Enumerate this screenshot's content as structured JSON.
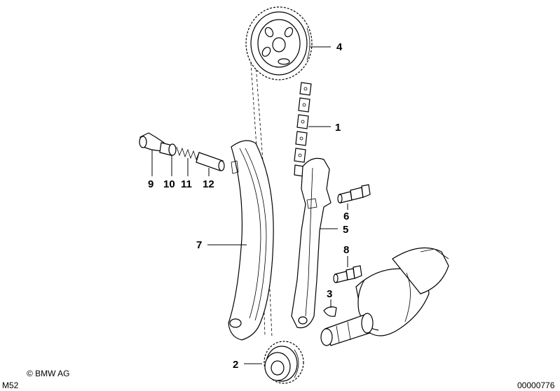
{
  "callouts": {
    "c1": "1",
    "c2": "2",
    "c3": "3",
    "c4": "4",
    "c5": "5",
    "c6": "6",
    "c7": "7",
    "c8": "8",
    "c9": "9",
    "c10": "10",
    "c11": "11",
    "c12": "12"
  },
  "footer": {
    "copyright": "© BMW AG",
    "model": "M52",
    "image_number": "00000776"
  }
}
